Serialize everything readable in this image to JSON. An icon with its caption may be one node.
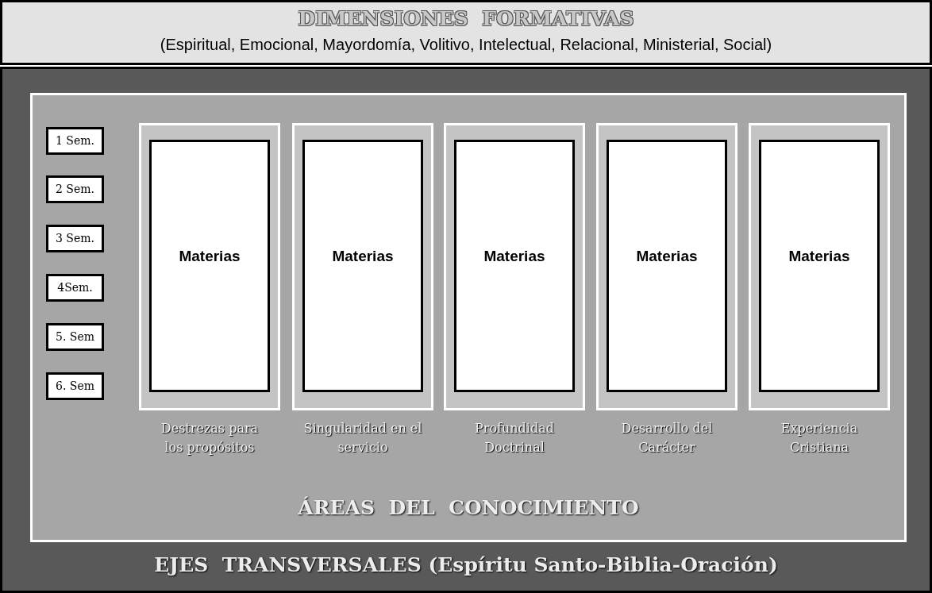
{
  "diagram": {
    "nodes": [
      {
        "text": [
          "DIMENSIONES  FORMATIVAS",
          "(Espiritual, Emocional, Mayordomía, Volitivo, Intelectual, Relacional, Ministerial, Social)"
        ]
      },
      {
        "text": [
          "EJES  TRANSVERSALES (Espíritu Santo-Biblia-Oración)"
        ]
      },
      {
        "text": [
          "ÁREAS  DEL  CONOCIMIENTO"
        ],
        "in": 1
      },
      {
        "text": [
          "1 Sem."
        ],
        "in": 2
      },
      {
        "text": [
          "2 Sem."
        ],
        "in": 2
      },
      {
        "text": [
          "3 Sem."
        ],
        "in": 2
      },
      {
        "text": [
          "4Sem."
        ],
        "in": 2
      },
      {
        "text": [
          "5. Sem"
        ],
        "in": 2
      },
      {
        "text": [
          "6. Sem"
        ],
        "in": 2
      },
      {
        "text": [],
        "shape": "box",
        "in": 2,
        "beside": [
          "Destrezas para los propósitos"
        ]
      },
      {
        "text": [
          "Materias"
        ],
        "in": 9
      },
      {
        "text": [],
        "shape": "box",
        "in": 2,
        "beside": [
          "Singularidad en el servicio"
        ]
      },
      {
        "text": [
          "Materias"
        ],
        "in": 11
      },
      {
        "text": [],
        "shape": "box",
        "in": 2,
        "beside": [
          "Profundidad Doctrinal"
        ]
      },
      {
        "text": [
          "Materias"
        ],
        "in": 13
      },
      {
        "text": [],
        "shape": "box",
        "in": 2,
        "beside": [
          "Desarrollo del Carácter"
        ]
      },
      {
        "text": [
          "Materias"
        ],
        "in": 15
      },
      {
        "text": [],
        "shape": "box",
        "in": 2,
        "beside": [
          "Experiencia Cristiana"
        ]
      },
      {
        "text": [
          "Materias"
        ],
        "in": 17
      }
    ],
    "edges": []
  }
}
